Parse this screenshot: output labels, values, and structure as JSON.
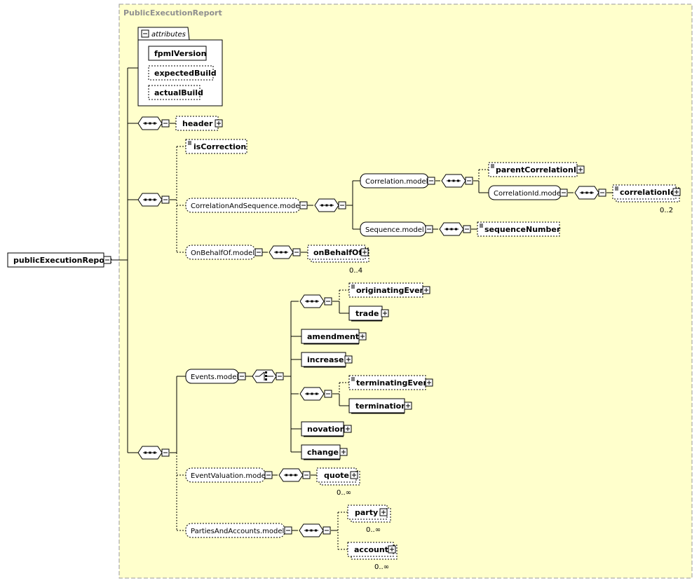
{
  "root": {
    "label": "publicExecutionReport"
  },
  "group": {
    "title": "PublicExecutionReport"
  },
  "attributes": {
    "header": "attributes",
    "items": [
      {
        "label": "fpmlVersion",
        "required": true
      },
      {
        "label": "expectedBuild",
        "required": false
      },
      {
        "label": "actualBuild",
        "required": false
      }
    ]
  },
  "elements": {
    "header": "header",
    "isCorrection": "isCorrection",
    "correlationAndSequence": "CorrelationAndSequence.model",
    "correlationModel": "Correlation.model",
    "parentCorrelationId": "parentCorrelationId",
    "correlationIdModel": "CorrelationId.model",
    "correlationId": "correlationId",
    "correlationIdCard": "0..2",
    "sequenceModel": "Sequence.model",
    "sequenceNumber": "sequenceNumber",
    "onBehalfOfModel": "OnBehalfOf.model",
    "onBehalfOf": "onBehalfOf",
    "onBehalfOfCard": "0..4",
    "eventsModel": "Events.model",
    "originatingEvent": "originatingEvent",
    "trade": "trade",
    "amendment": "amendment",
    "increase": "increase",
    "terminatingEvent": "terminatingEvent",
    "termination": "termination",
    "novation": "novation",
    "change": "change",
    "eventValuationModel": "EventValuation.model",
    "quote": "quote",
    "quoteCard": "0..∞",
    "partiesAndAccountsModel": "PartiesAndAccounts.model",
    "party": "party",
    "partyCard": "0..∞",
    "account": "account",
    "accountCard": "0..∞"
  },
  "colors": {
    "group_bg": "#ffffcc",
    "group_border": "#9a9a9a",
    "group_title": "#8f8f8f",
    "box_bg": "#ffffff",
    "line": "#000000"
  }
}
